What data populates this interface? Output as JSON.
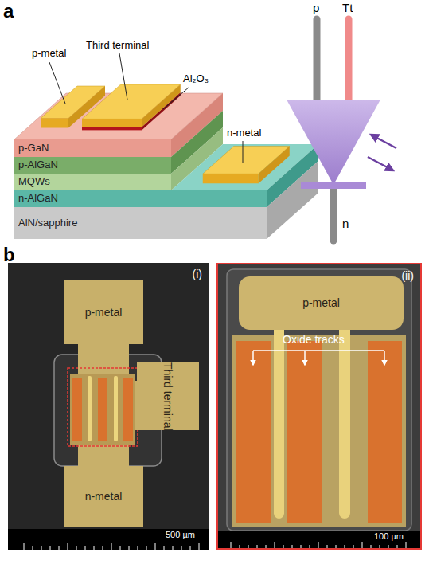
{
  "diagram": {
    "nodes": [
      {
        "text": [
          "p-GaN"
        ]
      },
      {
        "text": [
          "p-AlGaN"
        ]
      },
      {
        "text": [
          "MQWs"
        ]
      },
      {
        "text": [
          "n-AlGaN"
        ]
      },
      {
        "text": [
          "AlN/sapphire"
        ]
      },
      {
        "text": [
          "(i)"
        ]
      },
      {
        "text": [
          "p-metal"
        ],
        "in": 5
      },
      {
        "text": [
          "Third terminal"
        ],
        "in": 5
      },
      {
        "text": [
          "n-metal"
        ],
        "in": 5
      },
      {
        "text": [
          "(ii)"
        ]
      },
      {
        "text": [
          "p-metal"
        ],
        "in": 9
      }
    ],
    "labels": [
      "a",
      "p-metal",
      "Third terminal",
      "Al₂O₃",
      "n-metal",
      "p",
      "Tt",
      "n",
      "b",
      "500 µm",
      "Oxide tracks",
      "100 µm"
    ]
  }
}
